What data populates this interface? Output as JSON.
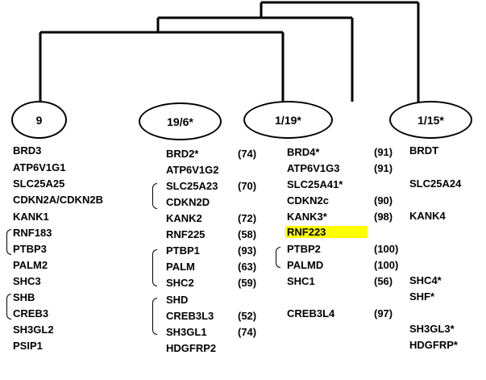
{
  "nodes": [
    "9",
    "19/6*",
    "1/19*",
    "1/15*"
  ],
  "columns": [
    {
      "genes": [
        "BRD3",
        "ATP6V1G1",
        "SLC25A25",
        "CDKN2A/CDKN2B",
        "KANK1",
        "RNF183",
        "PTBP3",
        "PALM2",
        "SHC3",
        "SHB",
        "CREB3",
        "SH3GL2",
        "PSIP1"
      ]
    },
    {
      "genes": [
        "BRD2*",
        "ATP6V1G2",
        "SLC25A23",
        "CDKN2D",
        "KANK2",
        "RNF225",
        "PTBP1",
        "PALM",
        "SHC2",
        "SHD",
        "CREB3L3",
        "SH3GL1",
        "HDGFRP2"
      ],
      "values": [
        "(74)",
        "",
        "(70)",
        "",
        "(72)",
        "(58)",
        "(93)",
        "(63)",
        "(59)",
        "",
        "(52)",
        "(74)",
        ""
      ]
    },
    {
      "genes": [
        "BRD4*",
        "ATP6V1G3",
        "SLC25A41*",
        "CDKN2c",
        "KANK3*",
        "RNF223",
        "PTBP2",
        "PALMD",
        "SHC1",
        "",
        "CREB3L4",
        "",
        ""
      ],
      "values": [
        "(91)",
        "(91)",
        "",
        "(90)",
        "(98)",
        "",
        "(100)",
        "(100)",
        "(56)",
        "",
        "(97)",
        "",
        ""
      ]
    },
    {
      "genes": [
        "BRDT",
        "",
        "SLC25A24",
        "",
        "KANK4",
        "",
        "",
        "",
        "SHC4*",
        "SHF*",
        "",
        "SH3GL3*",
        "HDGFRP*"
      ]
    }
  ],
  "highlight": {
    "gene": "RNF223",
    "color": "#ffff00"
  }
}
